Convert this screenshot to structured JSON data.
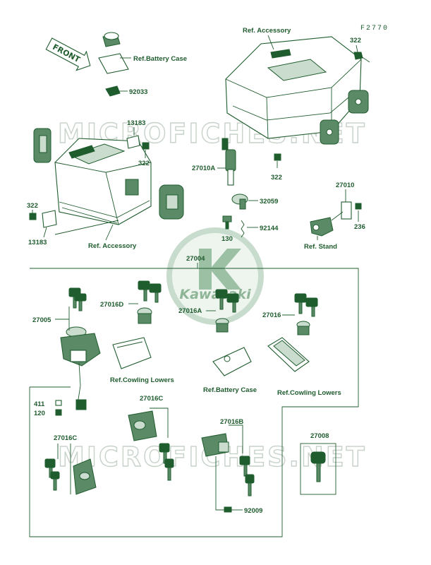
{
  "figure_code": "F2770",
  "watermarks": {
    "top": "MICROFICHES.NET",
    "bottom": "MICROFICHES.NET"
  },
  "logo": {
    "brand": "Kawasaki"
  },
  "front_arrow": "FRONT",
  "labels": {
    "ref_battery_case_top": "Ref.Battery Case",
    "p92033": "92033",
    "ref_accessory_right": "Ref. Accessory",
    "p322_tr": "322",
    "p13183_top": "13183",
    "p322_mid": "322",
    "p322_left": "322",
    "p13183_bottom": "13183",
    "ref_accessory_left": "Ref. Accessory",
    "p27010A": "27010A",
    "p32059": "32059",
    "p92144": "92144",
    "p130": "130",
    "p322_center": "322",
    "p27010": "27010",
    "p236": "236",
    "ref_stand": "Ref. Stand",
    "p27004": "27004",
    "p27005": "27005",
    "p27016D": "27016D",
    "p27016A": "27016A",
    "p27016": "27016",
    "ref_cowling_lowers_1": "Ref.Cowling Lowers",
    "ref_battery_case_bottom": "Ref.Battery Case",
    "ref_cowling_lowers_2": "Ref.Cowling Lowers",
    "p411": "411",
    "p120": "120",
    "p27016C_mid": "27016C",
    "p27016C_left": "27016C",
    "p27016B": "27016B",
    "p27008": "27008",
    "p92009": "92009"
  },
  "colors": {
    "ink": "#1f5c2e",
    "watermark": "#c7d2c9",
    "logo_ring": "#c8dccd",
    "background": "#ffffff"
  }
}
